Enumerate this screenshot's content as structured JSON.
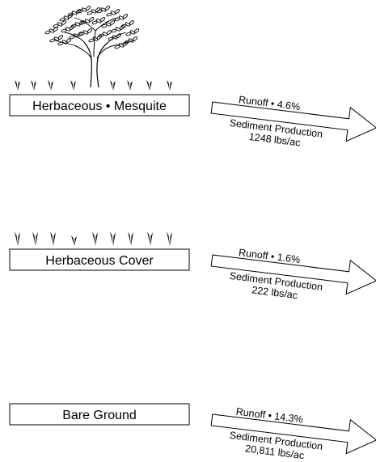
{
  "panels": [
    {
      "label": "Herbaceous • Mesquite",
      "runoff": "Runoff • 4.6%",
      "sediment_title": "Sediment Production",
      "sediment_value": "1248 lbs/ac",
      "vegetation": "grass-and-mesquite-tree"
    },
    {
      "label": "Herbaceous Cover",
      "runoff": "Runoff • 1.6%",
      "sediment_title": "Sediment Production",
      "sediment_value": "222 lbs/ac",
      "vegetation": "grass"
    },
    {
      "label": "Bare Ground",
      "runoff": "Runoff • 14.3%",
      "sediment_title": "Sediment Production",
      "sediment_value": "20,811 lbs/ac",
      "vegetation": "none"
    }
  ]
}
